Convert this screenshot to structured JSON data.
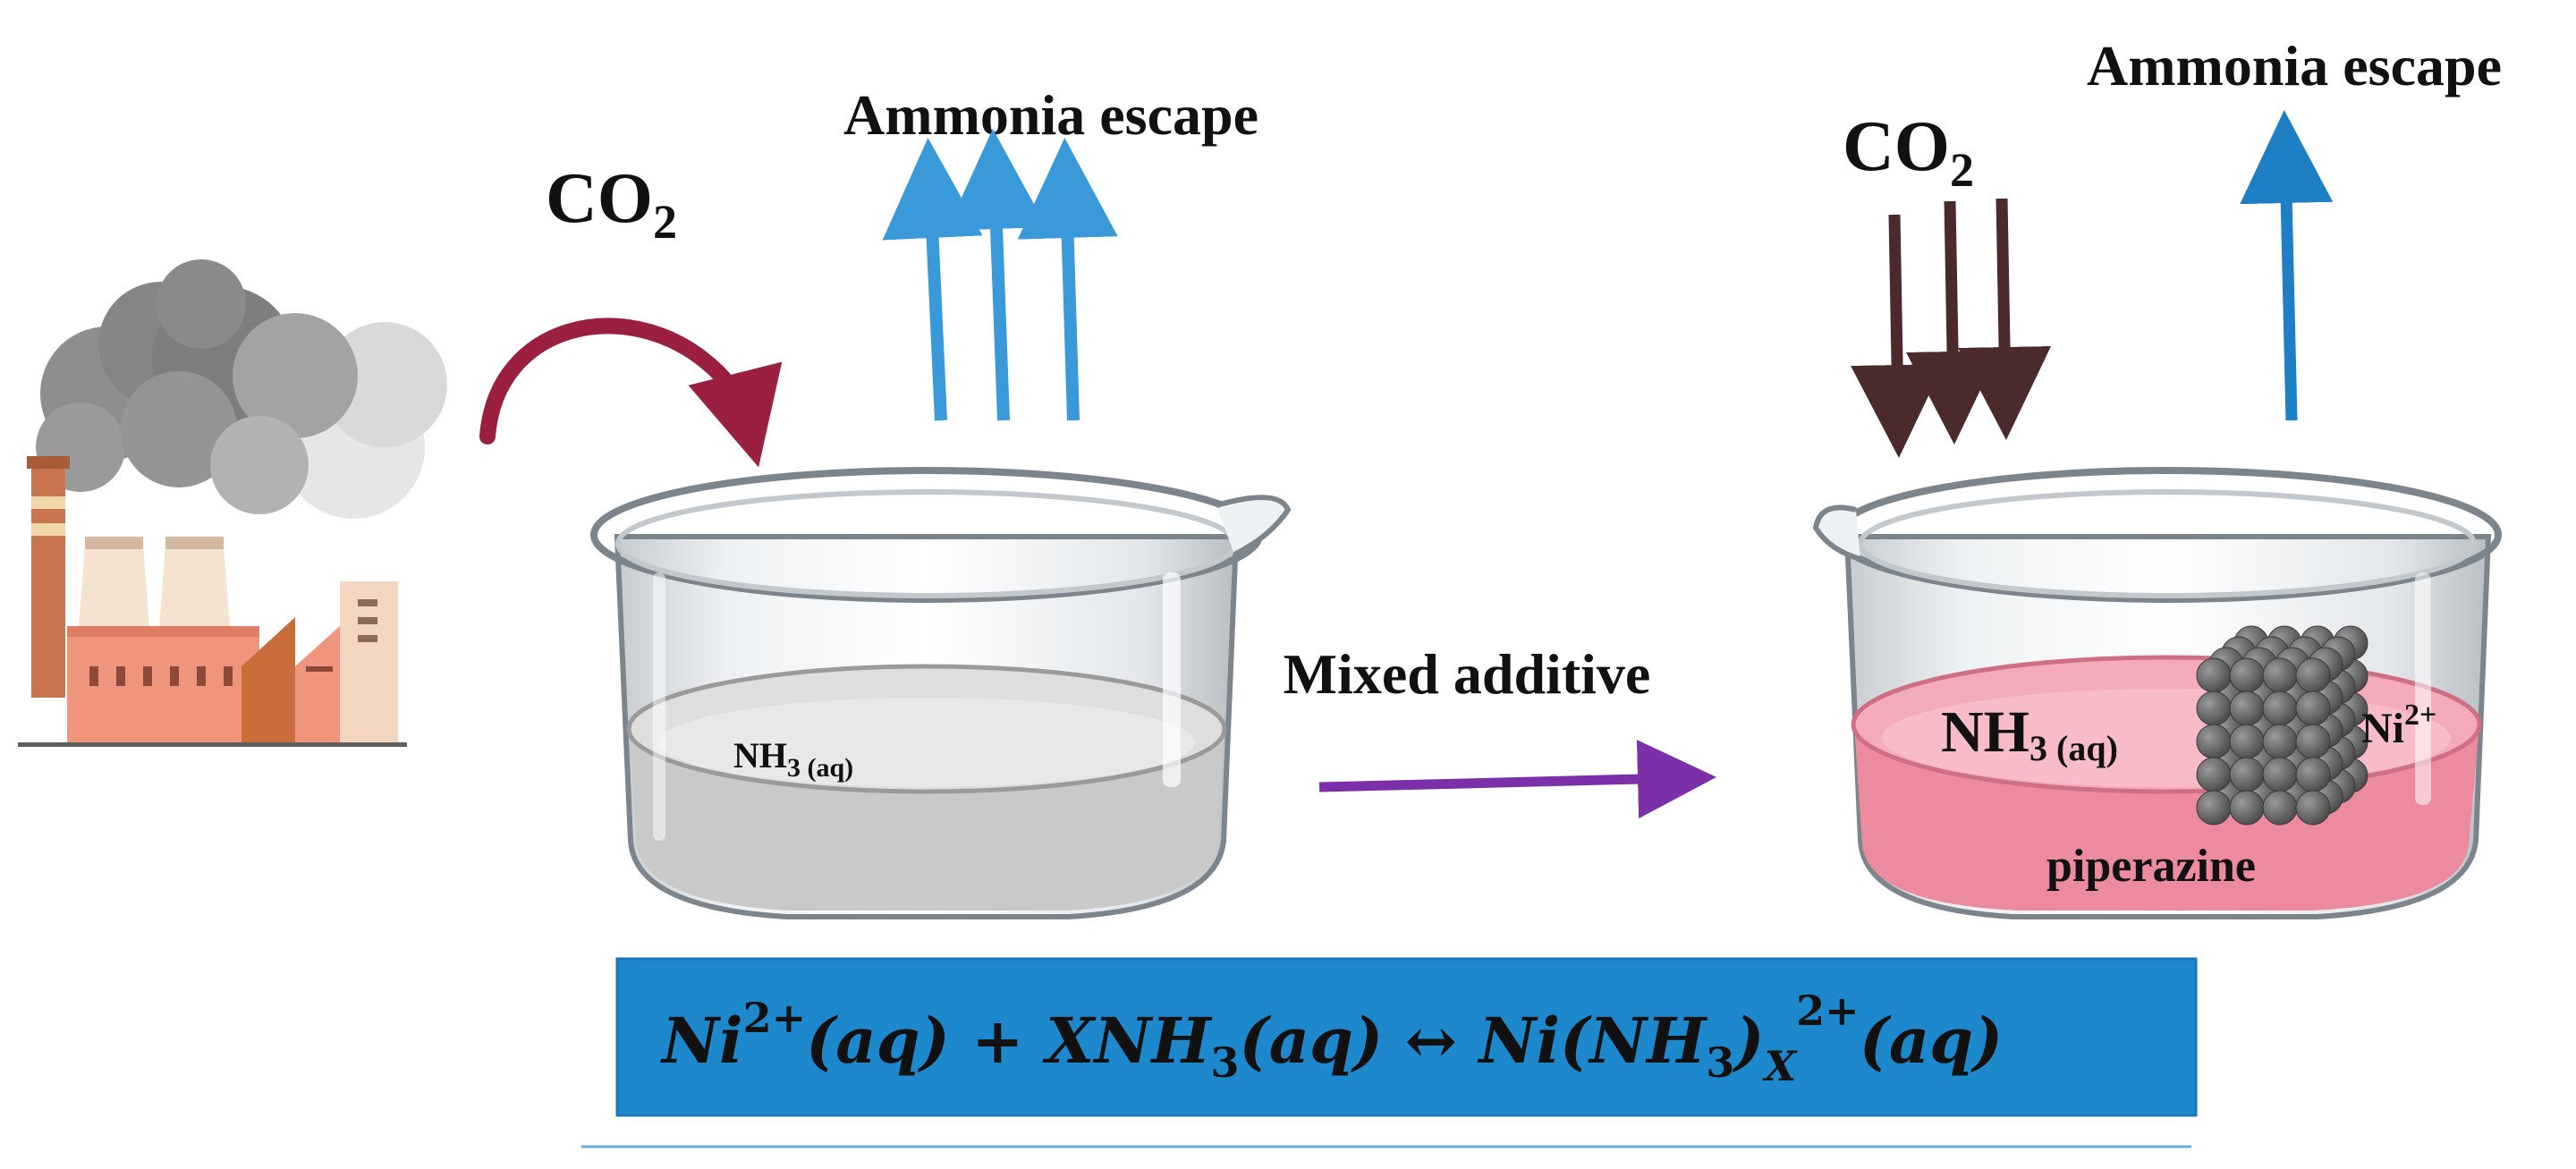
{
  "left": {
    "co2_label": "CO",
    "co2_sub": "2",
    "escape_label": "Ammonia escape",
    "solution_label": "NH",
    "solution_sub": "3 (aq)"
  },
  "middle": {
    "additive_label": "Mixed additive"
  },
  "right": {
    "co2_label": "CO",
    "co2_sub": "2",
    "escape_label": "Ammonia escape",
    "solution_label": "NH",
    "solution_sub": "3 (aq)",
    "ion_label": "Ni",
    "ion_sup": "2+",
    "piperazine_label": "piperazine"
  },
  "equation": {
    "t1": "Ni",
    "t1_sup": "2+",
    "t2": "(aq) + XNH",
    "t2_sub": "3",
    "t3": "(aq) ↔ Ni(NH",
    "t3_sub": "3",
    "t4": ")",
    "t4_sub": "X",
    "t4_sup": "2+",
    "t5": "(aq)"
  },
  "colors": {
    "co2_curve": "#9b2040",
    "escape_arrows": "#3a9ad9",
    "co2_arrows_right": "#4a2a2a",
    "additive_arrow": "#7b2fa8",
    "equation_box": "#1e88cc",
    "pink_solution": "#ec8a9e",
    "grey_solution": "#c9c9c9"
  },
  "icons": [
    "factory-icon",
    "smoke-icon",
    "beaker-icon",
    "nickel-cube-icon"
  ]
}
